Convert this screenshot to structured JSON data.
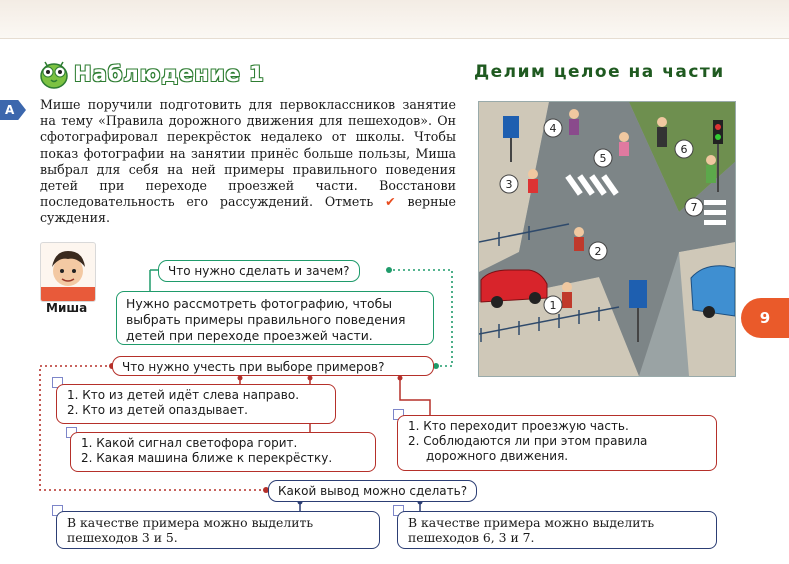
{
  "header": {
    "observation_title": "Наблюдение 1",
    "topic_title": "Делим целое на части",
    "section_marker": "A",
    "page_number": "9"
  },
  "task": {
    "text": "Мише поручили подготовить для первоклассников занятие на тему «Правила дорожного движения для пешеходов». Он сфотографировал перекрёсток недалеко от школы. Чтобы показ фотографии на занятии принёс больше пользы, Миша выбрал для себя на ней примеры правильного поведения детей при переходе проезжей части. Восстанови последовательность его рассуждений. Отметь",
    "text_end": "верные суждения."
  },
  "character": {
    "name": "Миша"
  },
  "photo": {
    "labels": [
      "1",
      "2",
      "3",
      "4",
      "5",
      "6",
      "7"
    ]
  },
  "reasoning": {
    "q1": "Что нужно сделать и зачем?",
    "a1": "Нужно рассмотреть фотографию, чтобы выбрать примеры правильного поведения детей при переходе проезжей части.",
    "q2": "Что нужно учесть при выборе примеров?",
    "opt_a": [
      "1. Кто из детей идёт слева направо.",
      "2. Кто из детей опаздывает."
    ],
    "opt_b": [
      "1. Какой сигнал светофора горит.",
      "2. Какая машина ближе к перекрёстку."
    ],
    "opt_c": [
      "1. Кто переходит проезжую часть.",
      "2. Соблюдаются ли при этом правила",
      "дорожного движения."
    ],
    "q3": "Какой вывод можно сделать?",
    "concl_a": [
      "В качестве примера можно выделить",
      "пешеходов 3 и 5."
    ],
    "concl_b": [
      "В качестве примера можно выделить",
      "пешеходов 6, 3 и 7."
    ]
  },
  "colors": {
    "green_border": "#1f9b6b",
    "red_border": "#b5302a",
    "blue_border": "#2c3e74",
    "accent_orange": "#ea5a2a",
    "section_blue": "#3c67ad"
  }
}
